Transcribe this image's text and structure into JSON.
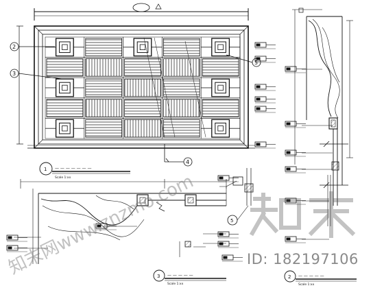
{
  "watermark": {
    "site_logo": "知末",
    "id_text": "ID: 182197106",
    "diagonal_text": "知末网www.znzmo.com"
  },
  "views": {
    "elevation": {
      "marker": "1",
      "scale": "Scale 1:xx"
    },
    "plan_section": {
      "marker": "3",
      "scale": "Scale 1:xx"
    },
    "side_section": {
      "marker": "2",
      "scale": "Scale 1:xx"
    },
    "detail_circle": {
      "marker": "5"
    }
  },
  "callouts": {
    "left_top": "2",
    "left_mid": "3",
    "right_mid": "5",
    "bottom": "4"
  }
}
